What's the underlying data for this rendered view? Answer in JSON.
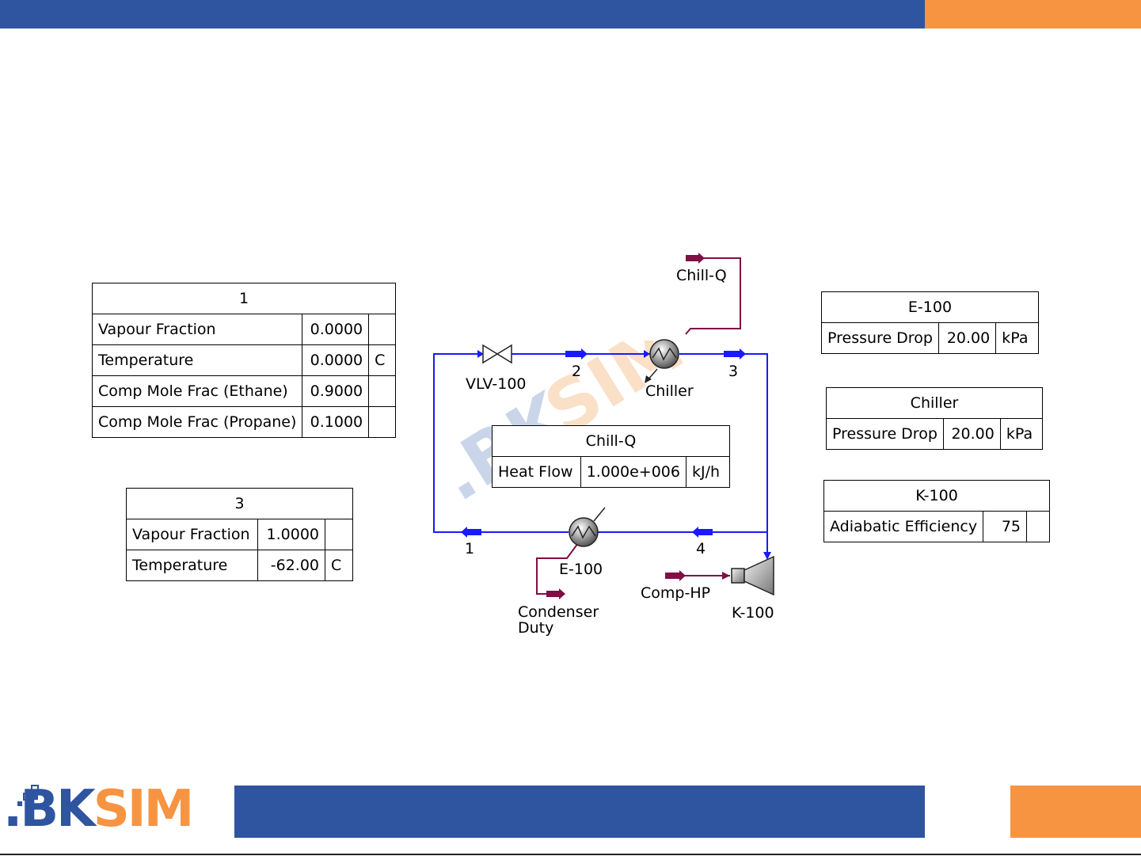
{
  "brand": {
    "logo_text_1": ".BK",
    "logo_text_2": "SIM",
    "colors": {
      "blue": "#2f54a0",
      "orange": "#f79441",
      "stream_blue": "#1a1aff",
      "energy_maroon": "#7f0f45"
    }
  },
  "tables": {
    "stream1": {
      "title": "1",
      "rows": [
        {
          "label": "Vapour Fraction",
          "value": "0.0000",
          "unit": ""
        },
        {
          "label": "Temperature",
          "value": "0.0000",
          "unit": "C"
        },
        {
          "label": "Comp Mole Frac (Ethane)",
          "value": "0.9000",
          "unit": ""
        },
        {
          "label": "Comp Mole Frac (Propane)",
          "value": "0.1000",
          "unit": ""
        }
      ]
    },
    "stream3": {
      "title": "3",
      "rows": [
        {
          "label": "Vapour Fraction",
          "value": "1.0000",
          "unit": ""
        },
        {
          "label": "Temperature",
          "value": "-62.00",
          "unit": "C"
        }
      ]
    },
    "e100": {
      "title": "E-100",
      "rows": [
        {
          "label": "Pressure Drop",
          "value": "20.00",
          "unit": "kPa"
        }
      ]
    },
    "chiller": {
      "title": "Chiller",
      "rows": [
        {
          "label": "Pressure Drop",
          "value": "20.00",
          "unit": "kPa"
        }
      ]
    },
    "k100": {
      "title": "K-100",
      "rows": [
        {
          "label": "Adiabatic Efficiency",
          "value": "75",
          "unit": ""
        }
      ]
    },
    "chillq": {
      "title": "Chill-Q",
      "rows": [
        {
          "label": "Heat Flow",
          "value": "1.000e+006",
          "unit": "kJ/h"
        }
      ]
    }
  },
  "diagram": {
    "labels": {
      "valve": "VLV-100",
      "chiller": "Chiller",
      "e100": "E-100",
      "k100": "K-100",
      "chill_q": "Chill-Q",
      "comp_hp": "Comp-HP",
      "condenser_duty_1": "Condenser",
      "condenser_duty_2": "Duty",
      "stream_1": "1",
      "stream_2": "2",
      "stream_3": "3",
      "stream_4": "4"
    }
  }
}
